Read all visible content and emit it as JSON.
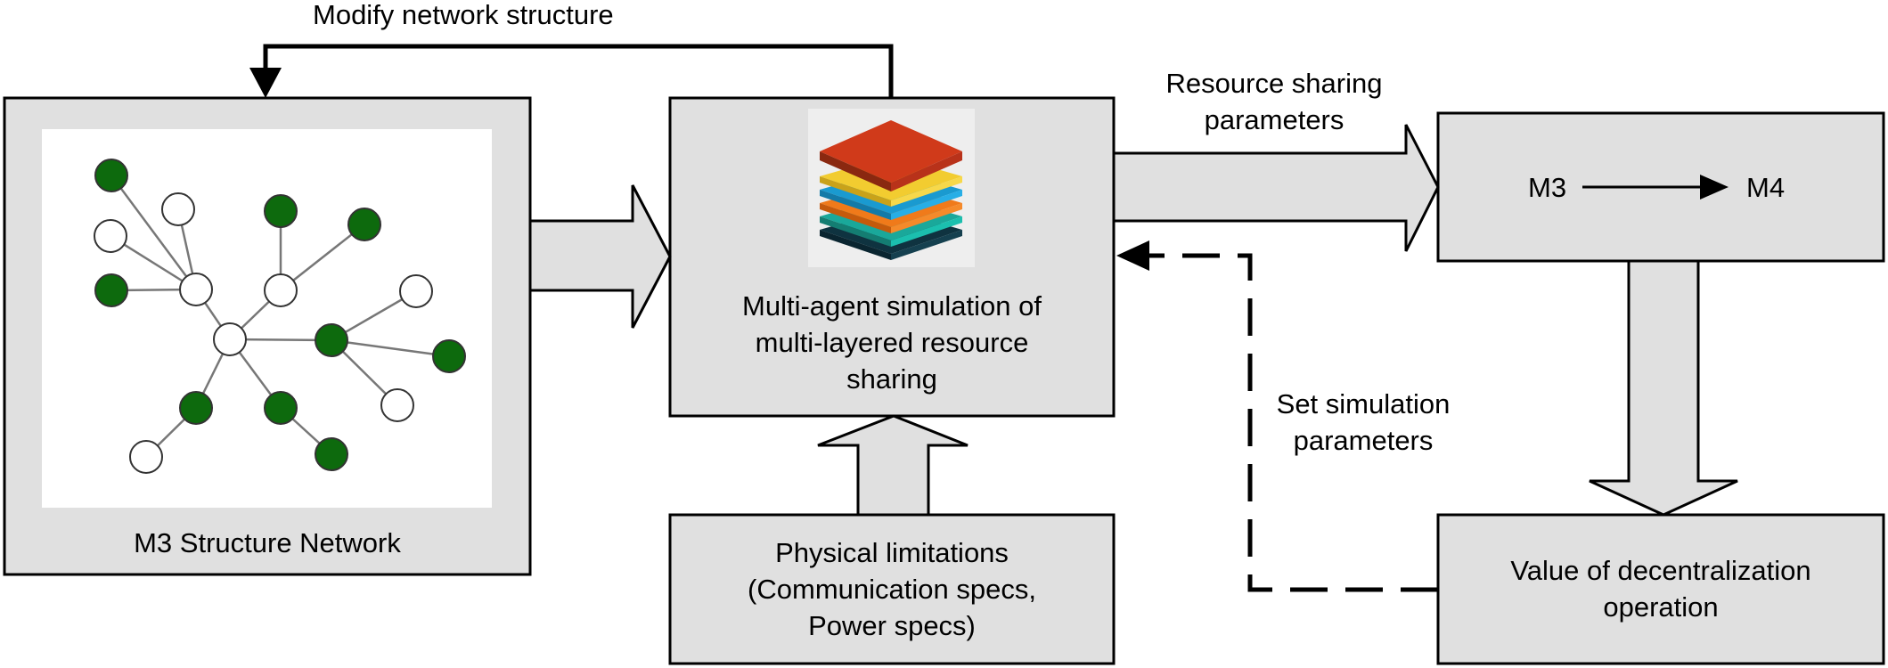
{
  "labels": {
    "feedback_top": "Modify network structure",
    "network_box": "M3 Structure Network",
    "sim_line1": "Multi-agent simulation of",
    "sim_line2": "multi-layered resource",
    "sim_line3": "sharing",
    "resource_line1": "Resource sharing",
    "resource_line2": "parameters",
    "m3": "M3",
    "m4": "M4",
    "set_line1": "Set simulation",
    "set_line2": "parameters",
    "physical_line1": "Physical limitations",
    "physical_line2": "(Communication specs,",
    "physical_line3": "Power specs)",
    "value_line1": "Value of decentralization",
    "value_line2": "operation"
  },
  "colors": {
    "box_fill": "#e0e0e0",
    "stroke": "#000000",
    "node_green": "#0d6a0d",
    "node_white": "#ffffff",
    "edge": "#777777"
  },
  "icons": {
    "layers": "stacked-layers-icon"
  }
}
